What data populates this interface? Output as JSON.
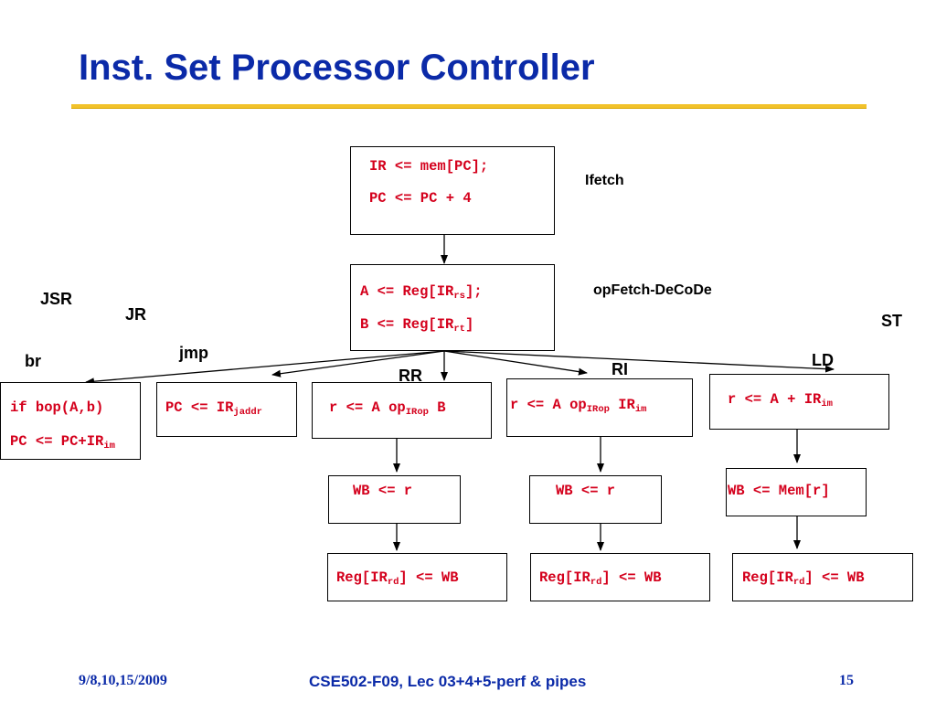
{
  "title": "Inst. Set Processor Controller",
  "labels": {
    "ifetch": "Ifetch",
    "opfetch": "opFetch-DeCoDe",
    "jsr": "JSR",
    "jr": "JR",
    "st": "ST",
    "br": "br",
    "jmp": "jmp",
    "ld": "LD",
    "rr": "RR",
    "ri": "RI"
  },
  "boxes": {
    "ifetch": {
      "line1": "IR <= mem[PC];",
      "line2": "PC <= PC + 4"
    },
    "decode": {
      "line1": {
        "pre": "A <= Reg[IR",
        "sub": "rs",
        "post": "];"
      },
      "line2": {
        "pre": "B <= Reg[IR",
        "sub": "rt",
        "post": "]"
      }
    },
    "branch": {
      "line1": "if bop(A,b)",
      "line2": {
        "pre": "PC <= PC+IR",
        "sub": "im",
        "post": ""
      }
    },
    "jump": {
      "pre": "PC <= IR",
      "sub": "jaddr",
      "post": ""
    },
    "rr_exec": {
      "pre": "r <= A op",
      "sub": "IRop",
      "post": " B"
    },
    "ri_exec": {
      "pre": "r <= A op",
      "sub": "IRop",
      "mid": " IR",
      "sub2": "im"
    },
    "ld_exec": {
      "pre": "r <= A + IR",
      "sub": "im",
      "post": ""
    },
    "rr_wb": "WB <= r",
    "ri_wb": "WB <= r",
    "ld_wb": "WB <= Mem[r]",
    "rr_reg": {
      "pre": "Reg[IR",
      "sub": "rd",
      "post": "] <= WB"
    },
    "ri_reg": {
      "pre": "Reg[IR",
      "sub": "rd",
      "post": "] <= WB"
    },
    "ld_reg": {
      "pre": "Reg[IR",
      "sub": "rd",
      "post": "] <= WB"
    }
  },
  "footer": {
    "date": "9/8,10,15/2009",
    "course": "CSE502-F09, Lec 03+4+5-perf & pipes",
    "page": "15"
  },
  "colors": {
    "title": "#0b2aa8",
    "rule": "#f2c22a",
    "code": "#d4001c",
    "footer": "#0b2aa8"
  }
}
